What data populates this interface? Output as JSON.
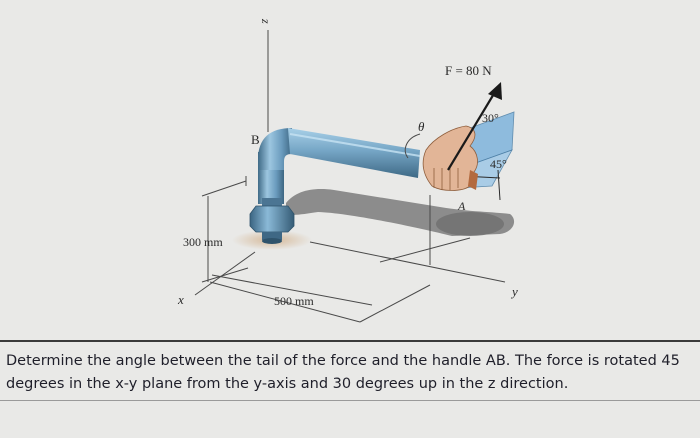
{
  "figure": {
    "labels": {
      "z_axis": "z",
      "x_axis": "x",
      "y_axis": "y",
      "point_b": "B",
      "point_a": "A",
      "angle_theta": "θ",
      "force": "F = 80 N",
      "angle_30": "30°",
      "angle_45": "45°",
      "dim_height": "300 mm",
      "dim_length": "500 mm"
    },
    "colors": {
      "handle": "#6f9fbf",
      "handle_dark": "#45708d",
      "shadow": "#7b7b7b",
      "force_plane": "#7fb4dc",
      "hand": "#e2b597",
      "grip": "#b36a3f"
    }
  },
  "question": {
    "text": "Determine the angle between the tail of the force and the handle AB. The force is rotated 45 degrees in the x-y plane from the y-axis and 30 degrees up in the z direction."
  }
}
